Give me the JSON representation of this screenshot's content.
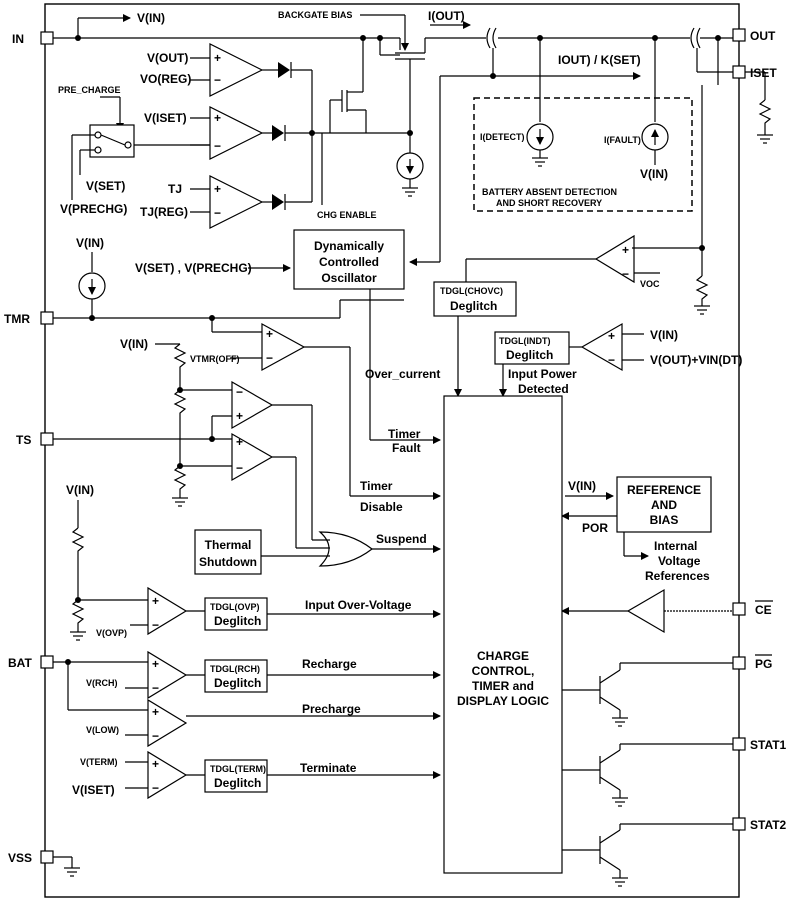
{
  "pins": {
    "in": "IN",
    "tmr": "TMR",
    "ts": "TS",
    "bat": "BAT",
    "vss": "VSS",
    "out": "OUT",
    "iset": "ISET",
    "ce": "CE",
    "pg": "PG",
    "stat1": "STAT1",
    "stat2": "STAT2"
  },
  "labels": {
    "vin_top": "V(IN)",
    "backgate_bias": "BACKGATE BIAS",
    "iout": "I(OUT)",
    "iout_kset": "IOUT) / K(SET)",
    "vout": "V(OUT)",
    "vo_reg": "VO(REG)",
    "viset_top": "V(ISET)",
    "tj": "TJ",
    "tj_reg": "TJ(REG)",
    "pre_charge": "PRE_CHARGE",
    "vset": "V(SET)",
    "vprechg": "V(PRECHG)",
    "chg_enable": "CHG ENABLE",
    "i_detect": "I(DETECT)",
    "i_fault": "I(FAULT)",
    "vin_fault": "V(IN)",
    "battery_absent": "BATTERY ABSENT DETECTION",
    "short_recovery": "AND SHORT RECOVERY",
    "osc_l1": "Dynamically",
    "osc_l2": "Controlled",
    "osc_l3": "Oscillator",
    "vset_vprechg": "V(SET) , V(PRECHG)",
    "vin_tmr": "V(IN)",
    "voc": "VOC",
    "tdgl_chovc": "TDGL(CHOVC)",
    "deglitch": "Deglitch",
    "tdgl_indt": "TDGL(INDT)",
    "vin_indt": "V(IN)",
    "vout_vindt": "V(OUT)+VIN(DT)",
    "vin_tmroff": "V(IN)",
    "vtmr_off": "VTMR(OFF)",
    "over_current": "Over_current",
    "input_power_1": "Input Power",
    "input_power_2": "Detected",
    "timer_fault_1": "Timer",
    "timer_fault_2": "Fault",
    "timer_disable_1": "Timer",
    "timer_disable_2": "Disable",
    "vin_ref": "V(IN)",
    "ref_1": "REFERENCE",
    "ref_2": "AND",
    "ref_3": "BIAS",
    "por": "POR",
    "internal_1": "Internal",
    "internal_2": "Voltage",
    "internal_3": "References",
    "thermal_1": "Thermal",
    "thermal_2": "Shutdown",
    "suspend": "Suspend",
    "vin_ovp": "V(IN)",
    "vovp": "V(OVP)",
    "tdgl_ovp": "TDGL(OVP)",
    "input_over_voltage": "Input Over-Voltage",
    "vrch": "V(RCH)",
    "tdgl_rch": "TDGL(RCH)",
    "recharge": "Recharge",
    "vlow": "V(LOW)",
    "precharge": "Precharge",
    "vterm": "V(TERM)",
    "viset_term": "V(ISET)",
    "tdgl_term": "TDGL(TERM)",
    "terminate": "Terminate",
    "cc_1": "CHARGE",
    "cc_2": "CONTROL,",
    "cc_3": "TIMER and",
    "cc_4": "DISPLAY LOGIC",
    "plus": "+",
    "minus": "−"
  }
}
